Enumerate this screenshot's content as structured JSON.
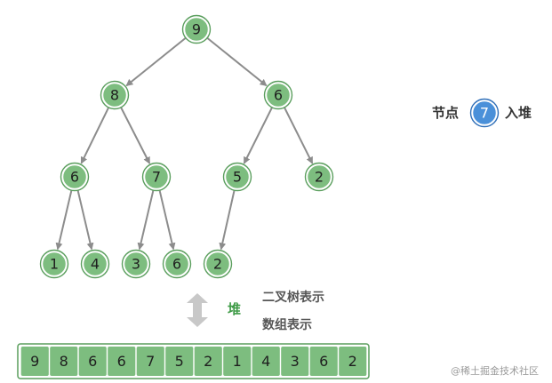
{
  "tree": {
    "nodes": [
      "9",
      "8",
      "6",
      "6",
      "7",
      "5",
      "2",
      "1",
      "4",
      "3",
      "6",
      "2"
    ]
  },
  "annotation": {
    "prefix": "节点",
    "node_value": "7",
    "suffix": "入堆"
  },
  "legend": {
    "heap_label": "堆",
    "binary_tree_label": "二叉树表示",
    "array_label": "数组表示"
  },
  "array": {
    "values": [
      "9",
      "8",
      "6",
      "6",
      "7",
      "5",
      "2",
      "1",
      "4",
      "3",
      "6",
      "2"
    ]
  },
  "watermark": "@稀土掘金技术社区",
  "colors": {
    "node_fill": "#7dbd7f",
    "node_ring": "#5a9e5d",
    "highlight_fill": "#4a90d9",
    "edge": "#8c8c8c",
    "heap_label": "#3f9b47",
    "arrow": "#c8c8c8"
  }
}
